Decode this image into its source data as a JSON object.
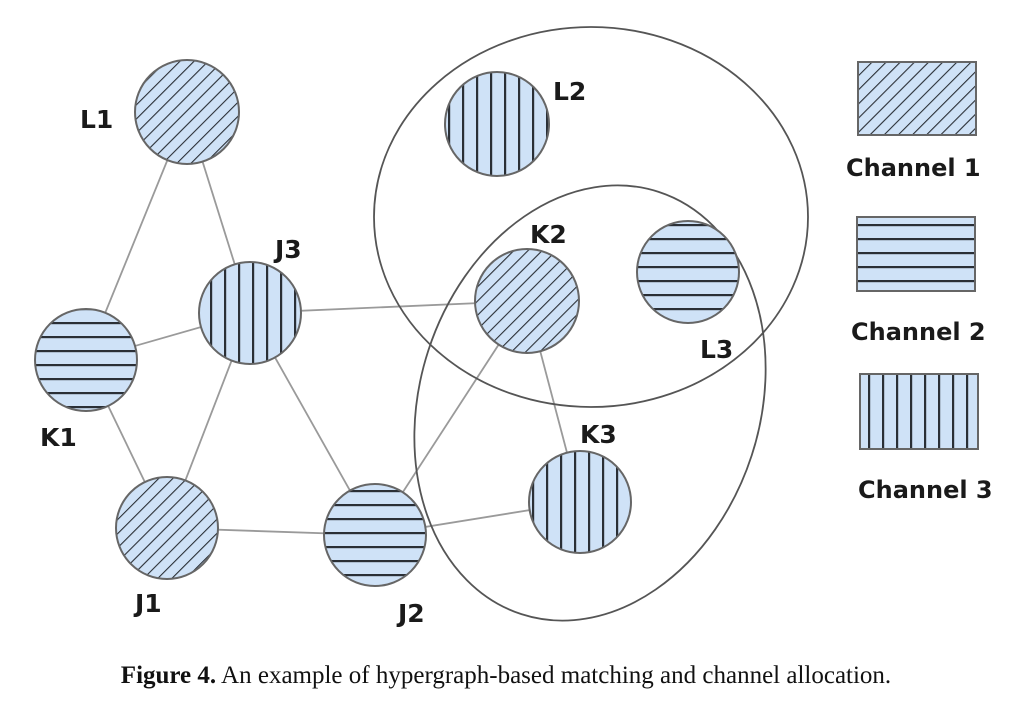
{
  "colors": {
    "fill": "#cfe2f7",
    "hatch": "#2a2f36",
    "edge": "#9a9a9a",
    "hyperedge": "#555555",
    "outline": "#666666"
  },
  "patterns": {
    "channel-1": "diagonal",
    "channel-2": "horizontal",
    "channel-3": "vertical"
  },
  "legend": [
    {
      "id": "channel-1",
      "label": "Channel 1",
      "pattern": "diagonal"
    },
    {
      "id": "channel-2",
      "label": "Channel 2",
      "pattern": "horizontal"
    },
    {
      "id": "channel-3",
      "label": "Channel 3",
      "pattern": "vertical"
    }
  ],
  "nodes": [
    {
      "id": "L1",
      "label": "L1",
      "channel": "channel-1"
    },
    {
      "id": "J3",
      "label": "J3",
      "channel": "channel-3"
    },
    {
      "id": "K1",
      "label": "K1",
      "channel": "channel-2"
    },
    {
      "id": "J1",
      "label": "J1",
      "channel": "channel-1"
    },
    {
      "id": "J2",
      "label": "J2",
      "channel": "channel-2"
    },
    {
      "id": "L2",
      "label": "L2",
      "channel": "channel-3"
    },
    {
      "id": "K2",
      "label": "K2",
      "channel": "channel-1"
    },
    {
      "id": "L3",
      "label": "L3",
      "channel": "channel-2"
    },
    {
      "id": "K3",
      "label": "K3",
      "channel": "channel-3"
    }
  ],
  "edges": [
    [
      "L1",
      "K1"
    ],
    [
      "L1",
      "J3"
    ],
    [
      "K1",
      "J3"
    ],
    [
      "K1",
      "J1"
    ],
    [
      "J3",
      "J1"
    ],
    [
      "J3",
      "J2"
    ],
    [
      "J3",
      "K2"
    ],
    [
      "J1",
      "J2"
    ],
    [
      "J2",
      "K2"
    ],
    [
      "J2",
      "K3"
    ],
    [
      "K2",
      "K3"
    ]
  ],
  "hyperedges": [
    {
      "id": "hyperedge-upper",
      "members": [
        "L2",
        "K2",
        "L3"
      ]
    },
    {
      "id": "hyperedge-lower",
      "members": [
        "K2",
        "L3",
        "K3"
      ]
    }
  ],
  "caption": {
    "figure_label": "Figure 4.",
    "text": "An example of hypergraph-based matching and channel allocation."
  }
}
